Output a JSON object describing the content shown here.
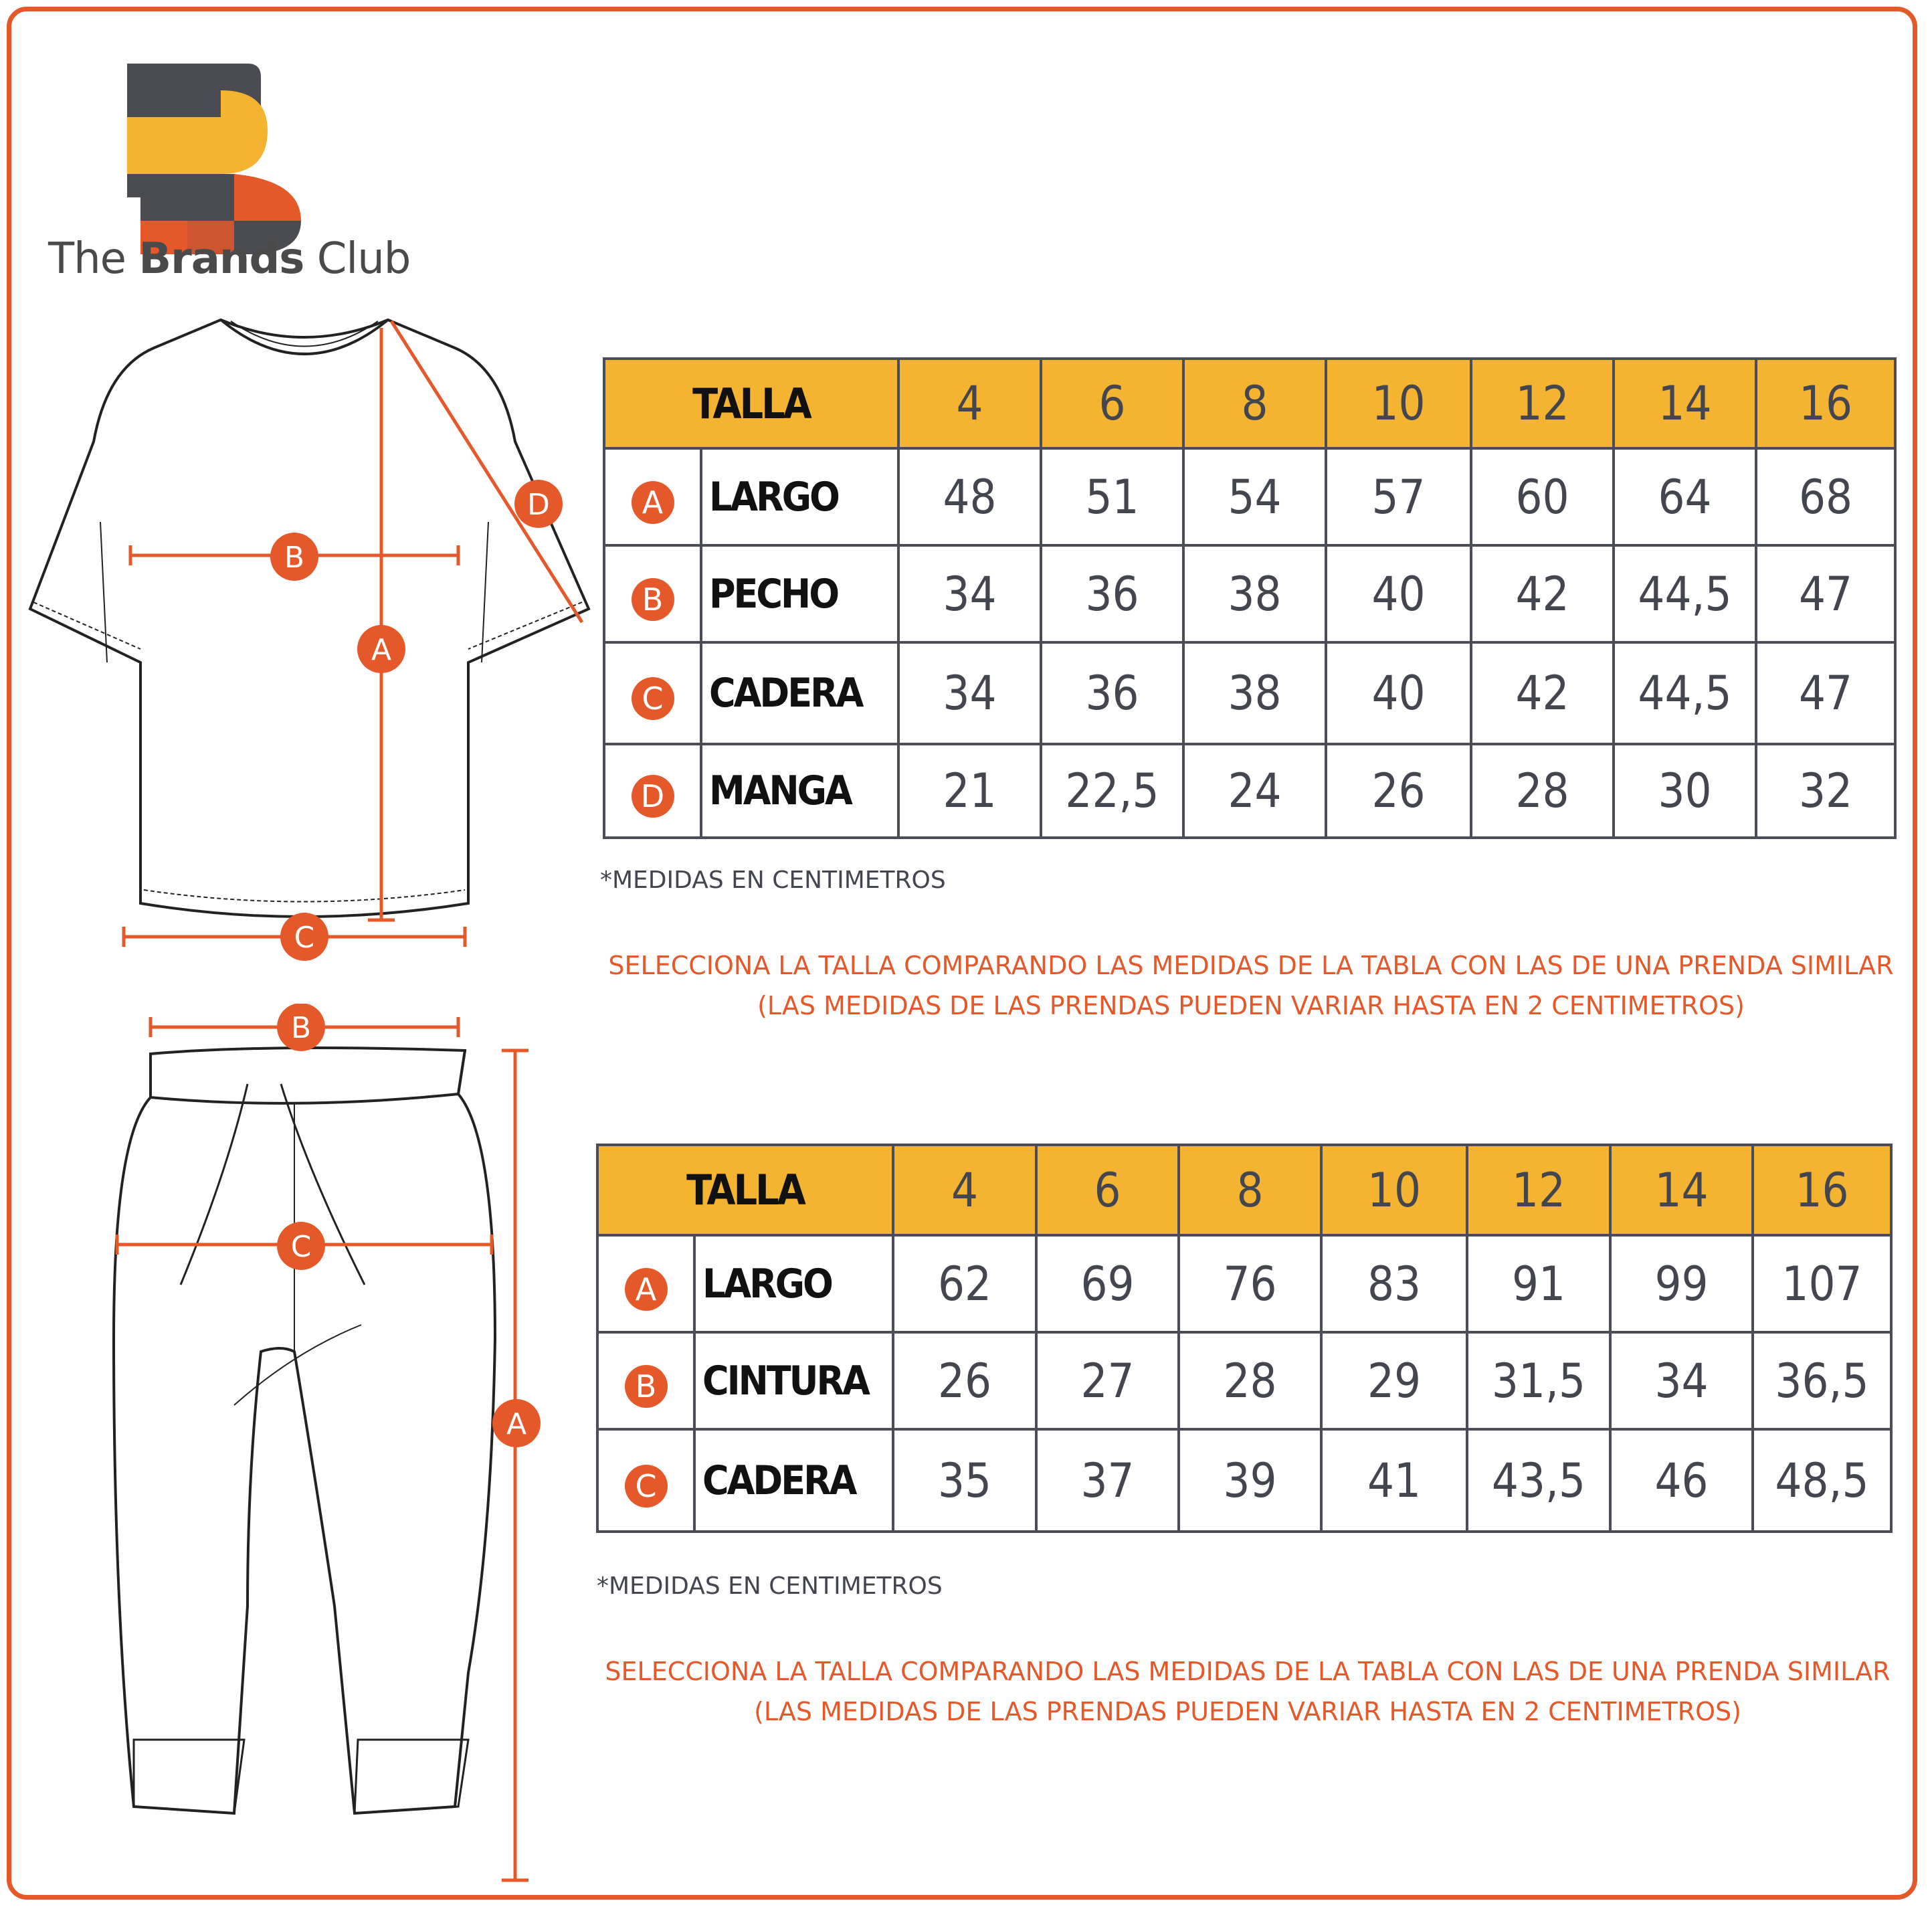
{
  "brand": {
    "name_light": "The",
    "name_bold": "Brands",
    "name_tail": "Club"
  },
  "colors": {
    "accent": "#e4582a",
    "header": "#f4b331",
    "grid": "#4a4d55",
    "text": "#43464f"
  },
  "shirt_labels": [
    "A",
    "B",
    "C",
    "D"
  ],
  "pants_labels": [
    "A",
    "B",
    "C"
  ],
  "shirt_table": {
    "header_label": "TALLA",
    "sizes": [
      "4",
      "6",
      "8",
      "10",
      "12",
      "14",
      "16"
    ],
    "rows": [
      {
        "badge": "A",
        "label": "LARGO",
        "values": [
          "48",
          "51",
          "54",
          "57",
          "60",
          "64",
          "68"
        ]
      },
      {
        "badge": "B",
        "label": "PECHO",
        "values": [
          "34",
          "36",
          "38",
          "40",
          "42",
          "44,5",
          "47"
        ]
      },
      {
        "badge": "C",
        "label": "CADERA",
        "values": [
          "34",
          "36",
          "38",
          "40",
          "42",
          "44,5",
          "47"
        ]
      },
      {
        "badge": "D",
        "label": "MANGA",
        "values": [
          "21",
          "22,5",
          "24",
          "26",
          "28",
          "30",
          "32"
        ]
      }
    ],
    "note": "*MEDIDAS EN CENTIMETROS",
    "instruction_1": "SELECCIONA LA TALLA COMPARANDO LAS MEDIDAS DE LA TABLA CON LAS DE UNA PRENDA SIMILAR",
    "instruction_2": "(LAS MEDIDAS DE LAS PRENDAS PUEDEN VARIAR HASTA EN 2 CENTIMETROS)"
  },
  "pants_table": {
    "header_label": "TALLA",
    "sizes": [
      "4",
      "6",
      "8",
      "10",
      "12",
      "14",
      "16"
    ],
    "rows": [
      {
        "badge": "A",
        "label": "LARGO",
        "values": [
          "62",
          "69",
          "76",
          "83",
          "91",
          "99",
          "107"
        ]
      },
      {
        "badge": "B",
        "label": "CINTURA",
        "values": [
          "26",
          "27",
          "28",
          "29",
          "31,5",
          "34",
          "36,5"
        ]
      },
      {
        "badge": "C",
        "label": "CADERA",
        "values": [
          "35",
          "37",
          "39",
          "41",
          "43,5",
          "46",
          "48,5"
        ]
      }
    ],
    "note": "*MEDIDAS EN CENTIMETROS",
    "instruction_1": "SELECCIONA LA TALLA COMPARANDO LAS MEDIDAS DE LA TABLA CON LAS DE UNA PRENDA SIMILAR",
    "instruction_2": "(LAS MEDIDAS DE LAS PRENDAS PUEDEN VARIAR HASTA EN 2 CENTIMETROS)"
  }
}
